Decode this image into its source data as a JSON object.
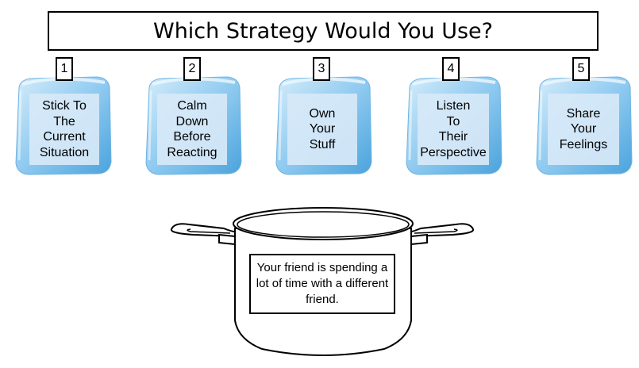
{
  "title": "Which Strategy Would You Use?",
  "strategies": [
    {
      "number": "1",
      "label": "Stick To\nThe\nCurrent\nSituation"
    },
    {
      "number": "2",
      "label": "Calm\nDown\nBefore\nReacting"
    },
    {
      "number": "3",
      "label": "Own\nYour\nStuff"
    },
    {
      "number": "4",
      "label": "Listen\nTo\nTheir\nPerspective"
    },
    {
      "number": "5",
      "label": "Share\nYour\nFeelings"
    }
  ],
  "scenario": "Your friend is spending a lot of time with a different friend.",
  "colors": {
    "ice_light": "#d4ecfa",
    "ice_mid": "#8fcaf0",
    "ice_dark": "#4aa3dc",
    "card": "#d6e8f8"
  },
  "icons": {
    "cube": "ice-cube-icon",
    "pot": "cooking-pot-icon"
  }
}
